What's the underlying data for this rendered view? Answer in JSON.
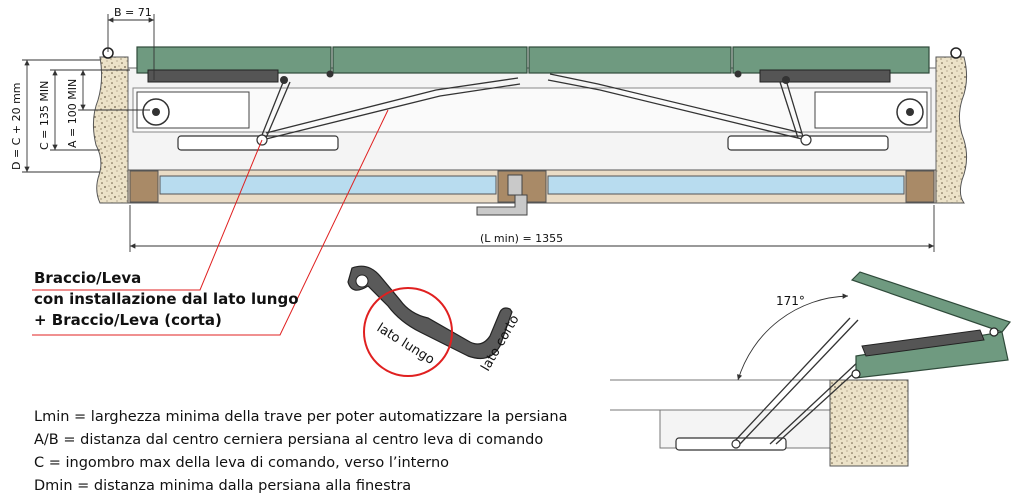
{
  "dimensions": {
    "b": "B = 71",
    "d": "D = C + 20 mm",
    "c": "C = 135 MIN",
    "a": "A = 100 MIN",
    "lmin": "(L min) = 1355"
  },
  "callout": {
    "line1": "Braccio/Leva",
    "line2": "con installazione dal lato lungo",
    "line3": "+ Braccio/Leva (corta)"
  },
  "lever": {
    "long_side": "lato lungo",
    "short_side": "lato corto"
  },
  "angle": {
    "label": "171°"
  },
  "legend": [
    "Lmin = larghezza minima della trave per poter automatizzare la persiana",
    "A/B = distanza dal centro cerniera persiana al centro leva di comando",
    "C = ingombro max della leva di comando, verso l’interno",
    "Dmin = distanza minima dalla persiana alla finestra"
  ],
  "colors": {
    "shutter_green": "#6f9a80",
    "shutter_dark": "#2f4a3a",
    "wall": "#e8dcc0",
    "frame_wood": "#a98a67",
    "glass": "#b8dcef",
    "callout_red": "#e02020",
    "lines": "#333333"
  }
}
